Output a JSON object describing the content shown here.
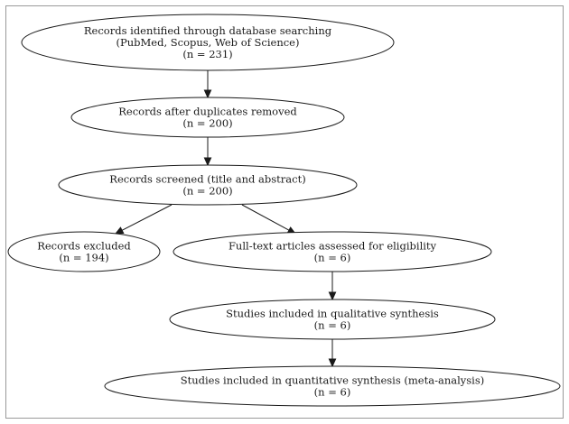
{
  "diagram": {
    "nodes": [
      {
        "id": "identified",
        "lines": [
          "Records identified through database searching",
          "(PubMed, Scopus, Web of Science)",
          "(n = 231)"
        ]
      },
      {
        "id": "deduplicated",
        "lines": [
          "Records after duplicates removed",
          "(n = 200)"
        ]
      },
      {
        "id": "screened",
        "lines": [
          "Records screened (title and abstract)",
          "(n = 200)"
        ]
      },
      {
        "id": "excluded",
        "lines": [
          "Records excluded",
          "(n = 194)"
        ]
      },
      {
        "id": "fulltext",
        "lines": [
          "Full-text articles assessed for eligibility",
          "(n = 6)"
        ]
      },
      {
        "id": "qualitative",
        "lines": [
          "Studies included in qualitative synthesis",
          "(n = 6)"
        ]
      },
      {
        "id": "quantitative",
        "lines": [
          "Studies included in quantitative synthesis (meta-analysis)",
          "(n = 6)"
        ]
      }
    ],
    "edges": [
      {
        "from": "identified",
        "to": "deduplicated"
      },
      {
        "from": "deduplicated",
        "to": "screened"
      },
      {
        "from": "screened",
        "to": "excluded"
      },
      {
        "from": "screened",
        "to": "fulltext"
      },
      {
        "from": "fulltext",
        "to": "qualitative"
      },
      {
        "from": "qualitative",
        "to": "quantitative"
      }
    ]
  }
}
